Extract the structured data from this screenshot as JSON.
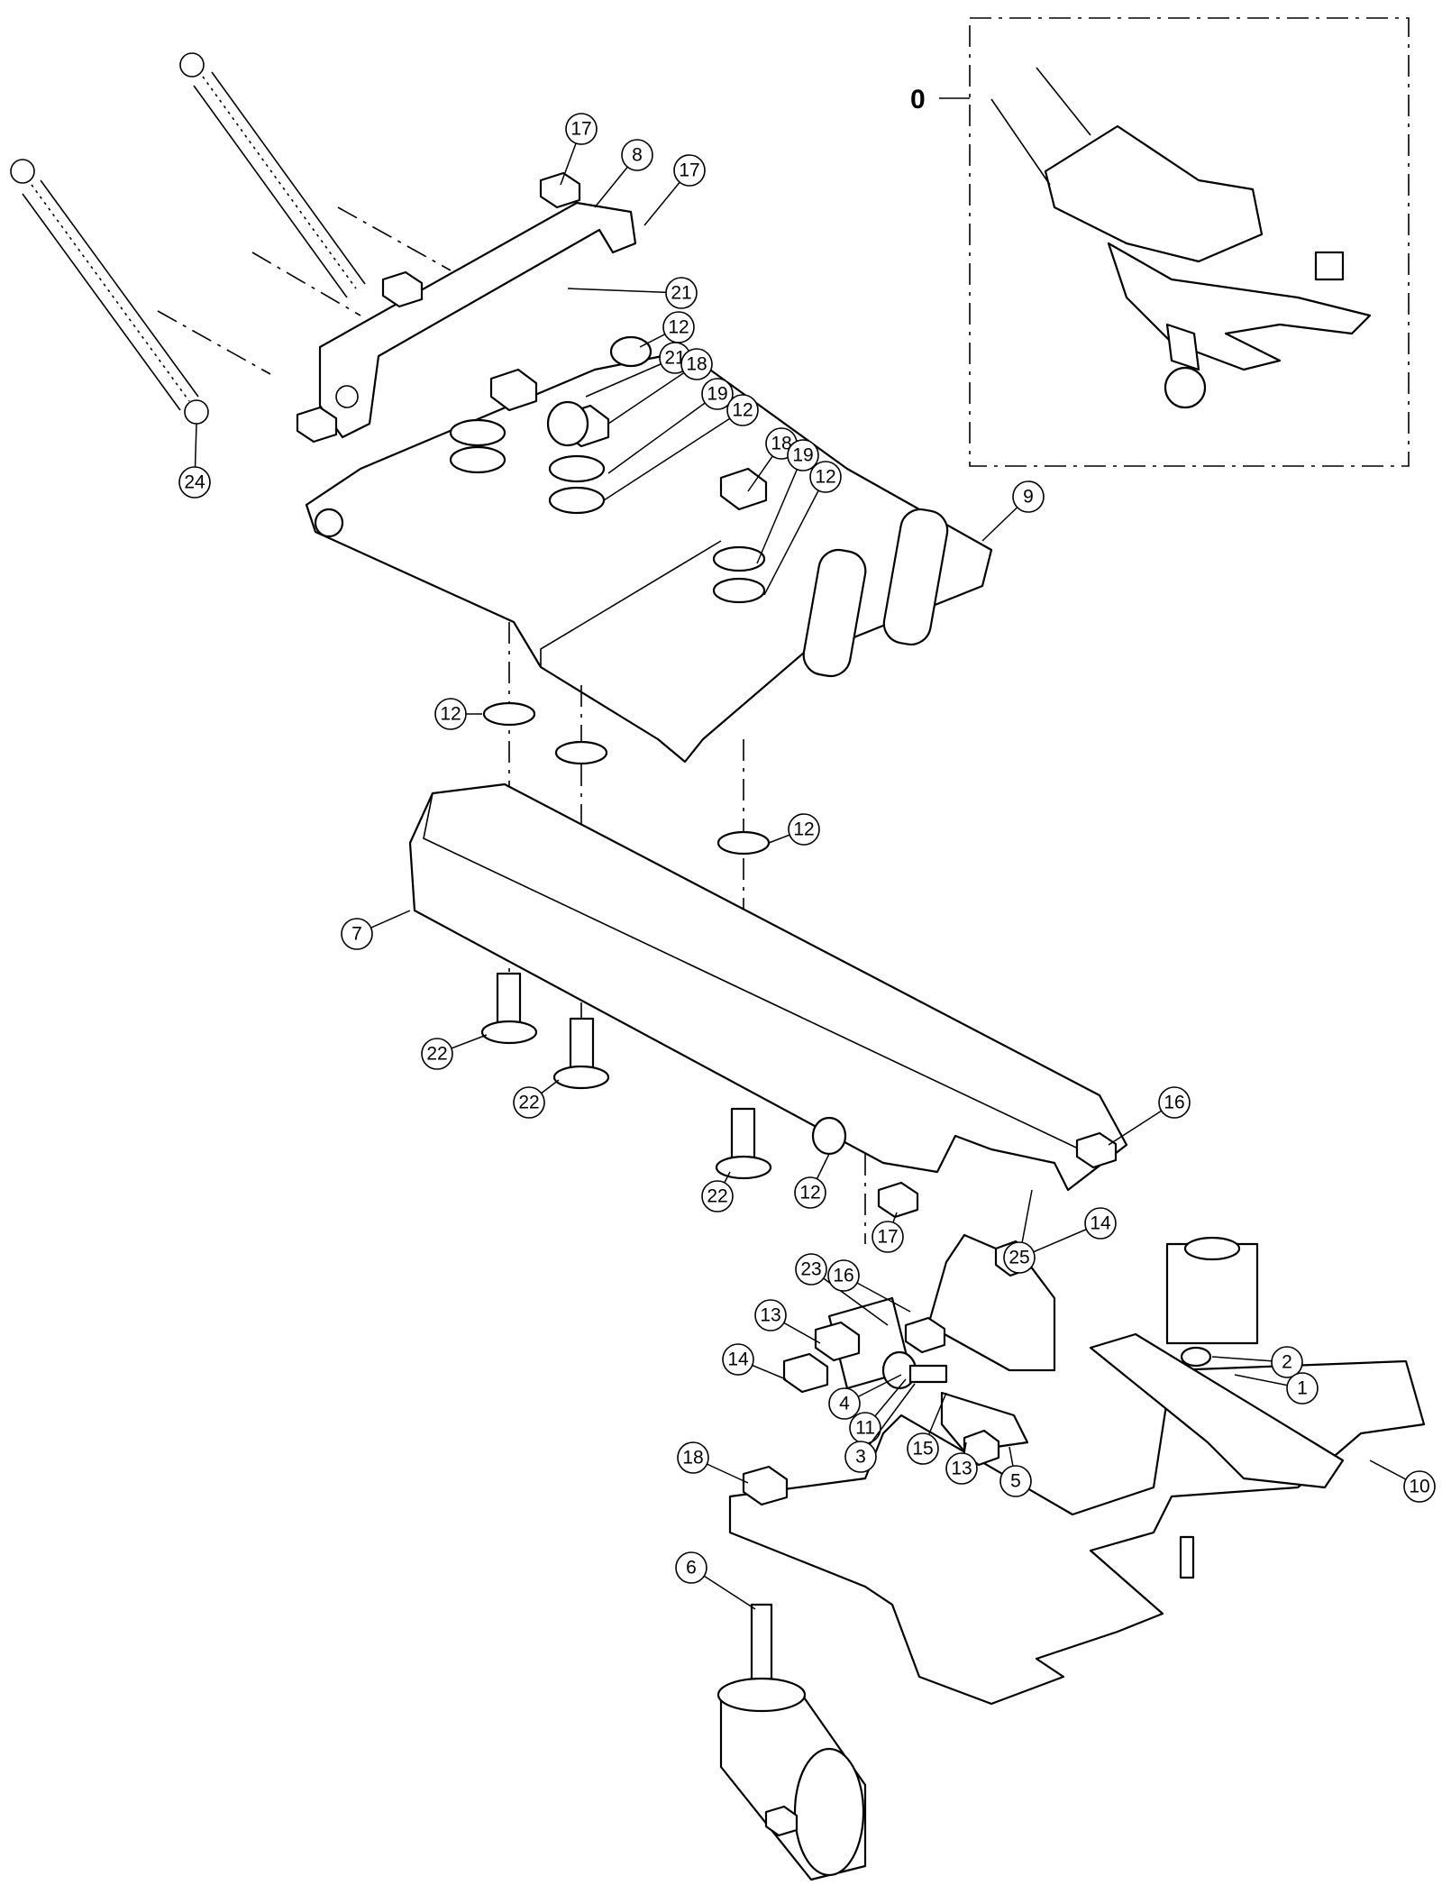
{
  "diagram": {
    "type": "exploded parts diagram",
    "assembly_callout": "0",
    "callouts": [
      "17",
      "8",
      "17",
      "21",
      "12",
      "21",
      "18",
      "19",
      "12",
      "18",
      "19",
      "12",
      "9",
      "24",
      "12",
      "12",
      "7",
      "22",
      "22",
      "22",
      "12",
      "17",
      "16",
      "14",
      "25",
      "23",
      "16",
      "13",
      "14",
      "4",
      "11",
      "3",
      "15",
      "13",
      "5",
      "2",
      "1",
      "10",
      "18",
      "6"
    ]
  }
}
